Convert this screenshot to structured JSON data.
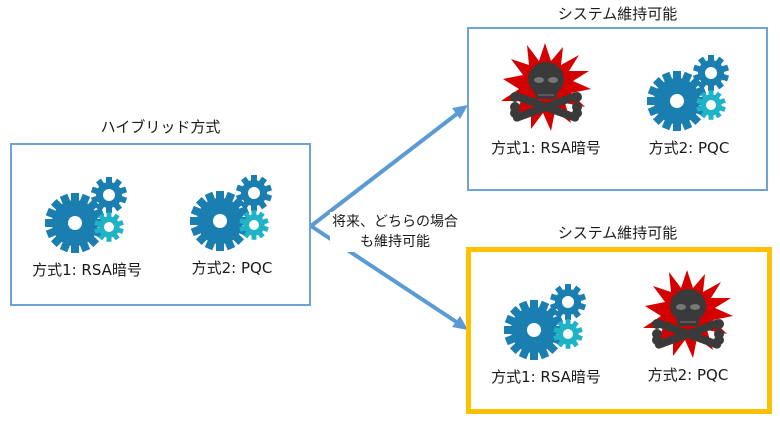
{
  "hybrid": {
    "title": "ハイブリッド方式",
    "items": [
      {
        "label": "方式1: RSA暗号",
        "icon": "gears-icon"
      },
      {
        "label": "方式2: PQC",
        "icon": "gears-icon"
      }
    ]
  },
  "arrow_caption": {
    "line1": "将来、どちらの場合",
    "line2": "も維持可能"
  },
  "scenario_top": {
    "title": "システム維持可能",
    "items": [
      {
        "label": "方式1: RSA暗号",
        "icon": "skull-crossbones-icon"
      },
      {
        "label": "方式2: PQC",
        "icon": "gears-icon"
      }
    ]
  },
  "scenario_bottom": {
    "title": "システム維持可能",
    "highlight_color": "#ffc000",
    "items": [
      {
        "label": "方式1: RSA暗号",
        "icon": "gears-icon"
      },
      {
        "label": "方式2: PQC",
        "icon": "skull-crossbones-icon"
      }
    ]
  },
  "colors": {
    "box_border": "#6fa3d8",
    "arrow": "#5b9bd5",
    "gear_dark": "#1a7fb0",
    "gear_light": "#1fb3c8",
    "burst_red": "#d40000",
    "skull": "#3a3a3a",
    "highlight": "#ffc000"
  }
}
